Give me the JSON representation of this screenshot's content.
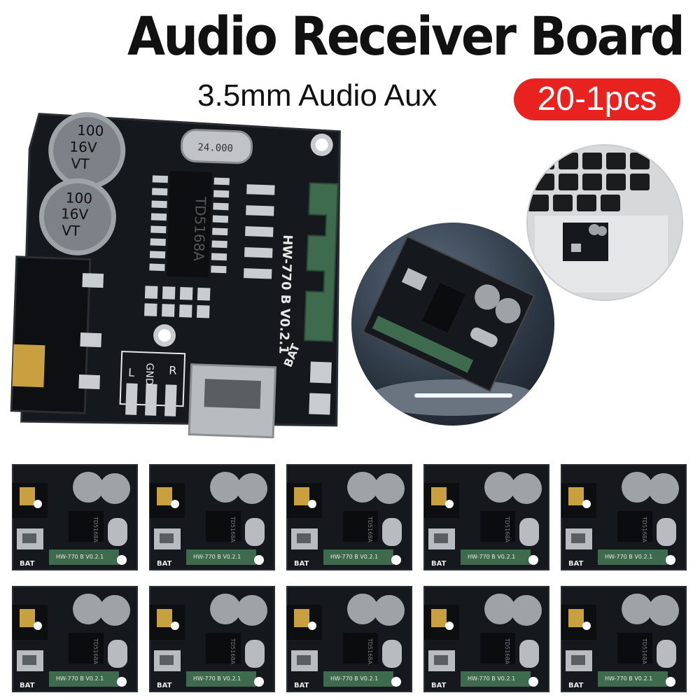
{
  "header": {
    "title": "Audio Receiver Board",
    "subtitle": "3.5mm Audio Aux",
    "badge": "20-1pcs"
  },
  "board": {
    "capacitor_top": [
      "100",
      "16V",
      "VT"
    ],
    "capacitor_bottom": [
      "100",
      "16V",
      "VT"
    ],
    "crystal_label": "24.000",
    "chip_label": "TD5168A",
    "model_label": "HW-770 B V0.2.1",
    "pin_labels": [
      "L",
      "GND",
      "R"
    ],
    "bat_label": "BAT"
  },
  "colors": {
    "accent": "#e8231f",
    "pcb": "#15181c",
    "silkscreen": "#e8e8e8",
    "metal": "#b8bcc0",
    "gold": "#c8a040"
  },
  "gallery": {
    "rows": 2,
    "columns": 5
  }
}
